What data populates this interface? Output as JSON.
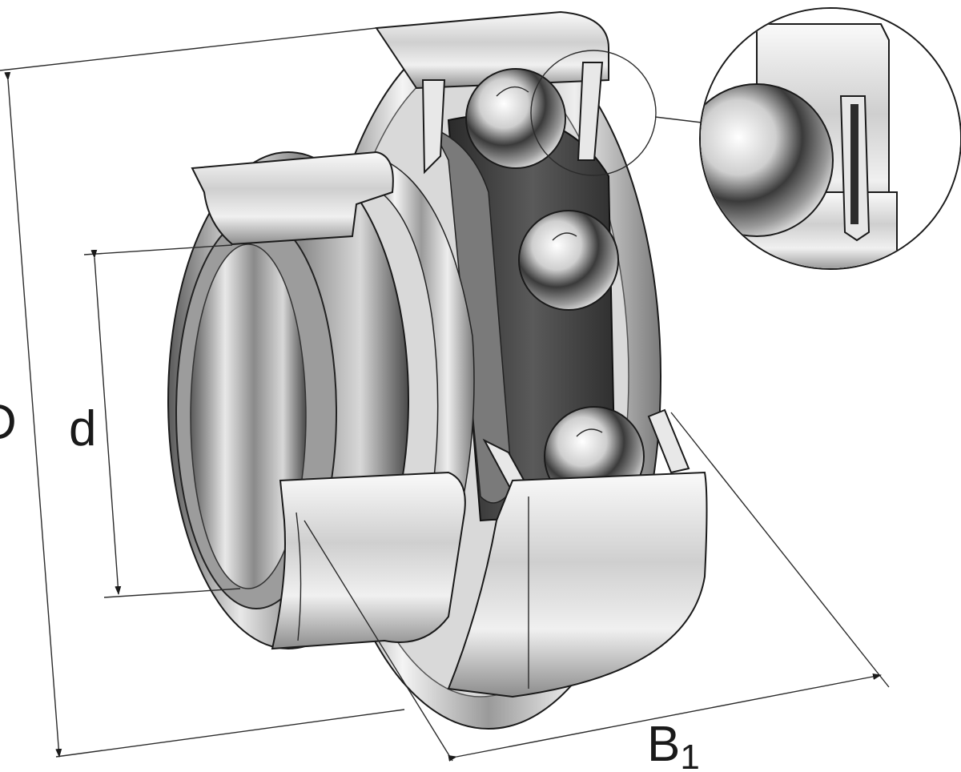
{
  "labels": {
    "outer_diameter": "D",
    "bore_diameter": "d",
    "width_main": "B",
    "width_sub": "1"
  },
  "colors": {
    "ink": "#1a1a1a",
    "steel_light": "#f2f2f2",
    "steel_mid": "#bdbdbd",
    "steel_dark": "#4a4a4a",
    "background": "#ffffff"
  }
}
